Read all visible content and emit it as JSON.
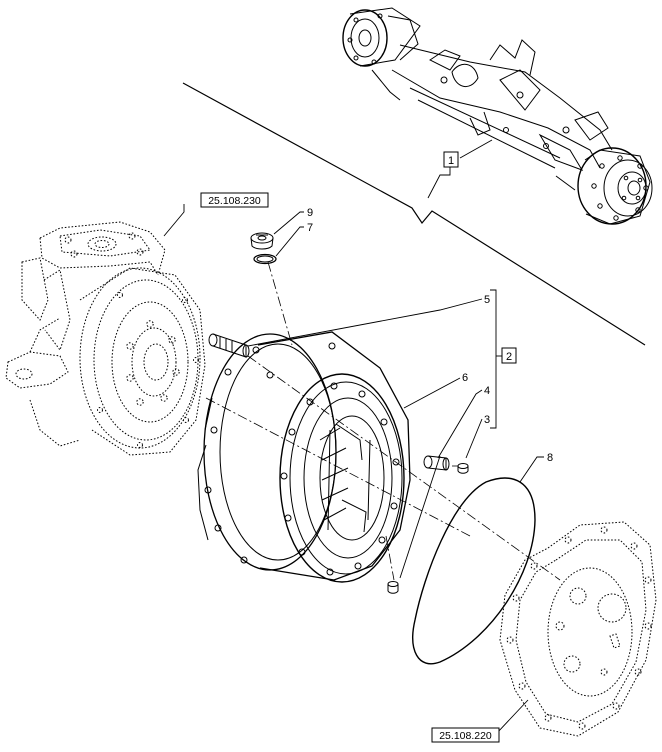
{
  "diagram": {
    "ref_boxes": {
      "knuckle_ref": "25.108.230",
      "cover_ref": "25.108.220"
    },
    "group_boxes": {
      "axle_group": "1",
      "assembly_group": "2"
    },
    "callouts": {
      "c9": "9",
      "c7": "7",
      "c5": "5",
      "c6": "6",
      "c4": "4",
      "c3": "3",
      "c8": "8"
    },
    "colors": {
      "line": "#000000",
      "background": "#ffffff"
    }
  }
}
